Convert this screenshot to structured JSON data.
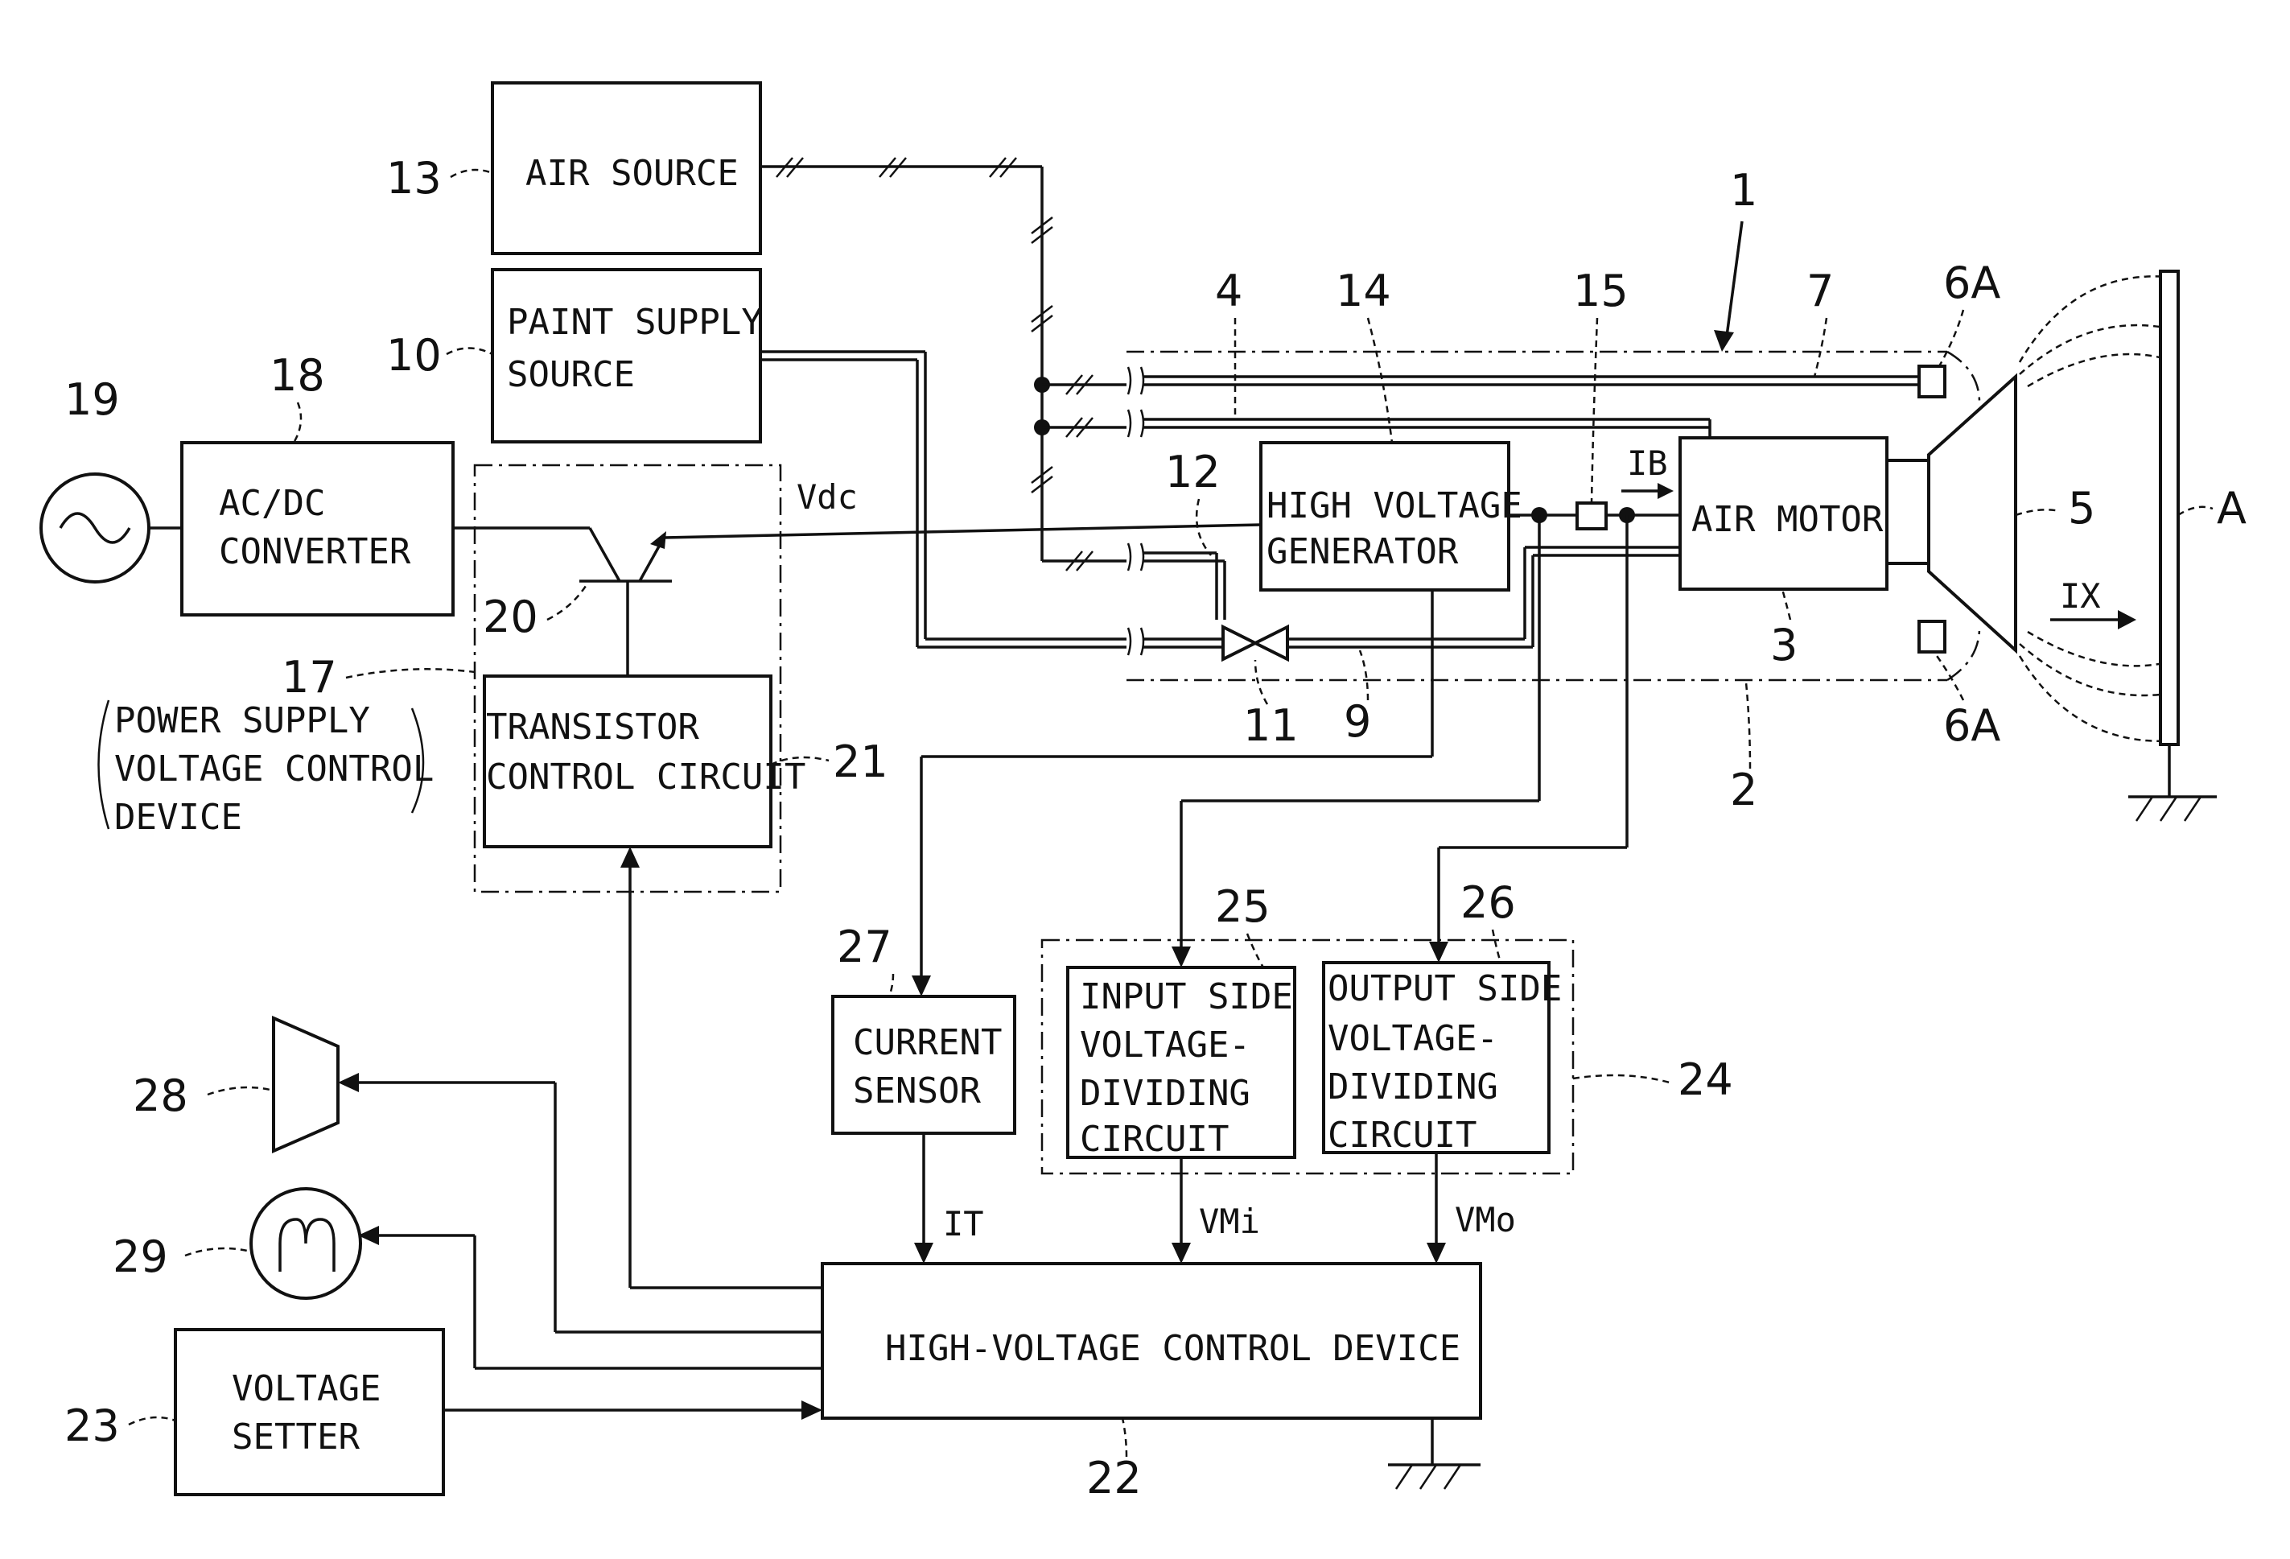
{
  "blocks": {
    "air_source": "AIR SOURCE",
    "paint_supply_l1": "PAINT SUPPLY",
    "paint_supply_l2": "SOURCE",
    "ac_dc_l1": "AC/DC",
    "ac_dc_l2": "CONVERTER",
    "hv_gen_l1": "HIGH VOLTAGE",
    "hv_gen_l2": "GENERATOR",
    "air_motor": "AIR MOTOR",
    "transistor_l1": "TRANSISTOR",
    "transistor_l2": "CONTROL CIRCUIT",
    "current_sensor_l1": "CURRENT",
    "current_sensor_l2": "SENSOR",
    "input_side_l1": "INPUT SIDE",
    "input_side_l2": "VOLTAGE-",
    "input_side_l3": "DIVIDING",
    "input_side_l4": "CIRCUIT",
    "output_side_l1": "OUTPUT SIDE",
    "output_side_l2": "VOLTAGE-",
    "output_side_l3": "DIVIDING",
    "output_side_l4": "CIRCUIT",
    "hv_control": "HIGH-VOLTAGE CONTROL DEVICE",
    "voltage_setter_l1": "VOLTAGE",
    "voltage_setter_l2": "SETTER",
    "power_supply_l1": "POWER SUPPLY",
    "power_supply_l2": "VOLTAGE CONTROL",
    "power_supply_l3": "DEVICE"
  },
  "signals": {
    "vdc": "Vdc",
    "ib": "IB",
    "ix": "IX",
    "it": "IT",
    "vmi": "VMi",
    "vmo": "VMo"
  },
  "refs": {
    "r1": "1",
    "r2": "2",
    "r3": "3",
    "r4": "4",
    "r5": "5",
    "r6a_top": "6A",
    "r6a_bot": "6A",
    "r7": "7",
    "r9": "9",
    "r10": "10",
    "r11": "11",
    "r12": "12",
    "r13": "13",
    "r14": "14",
    "r15": "15",
    "r17": "17",
    "r18": "18",
    "r19": "19",
    "r20": "20",
    "r21": "21",
    "r22": "22",
    "r23": "23",
    "r24": "24",
    "r25": "25",
    "r26": "26",
    "r27": "27",
    "r28": "28",
    "r29": "29",
    "ra": "A"
  },
  "symbols": {
    "ac_source": "ac-source-icon",
    "transistor": "transistor-icon",
    "valve": "valve-icon",
    "speaker": "speaker-icon",
    "lamp": "lamp-icon",
    "ground": "ground-icon",
    "resistor": "resistor-icon",
    "cup": "rotary-atomizing-cup-icon",
    "workpiece": "workpiece-icon"
  }
}
